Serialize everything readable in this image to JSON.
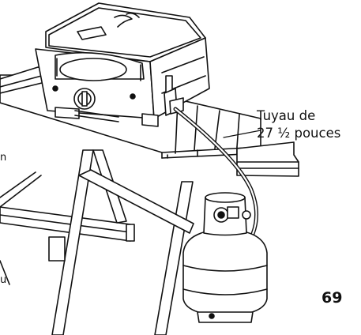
{
  "hose_label": {
    "line1": "Tuyau de",
    "line2": "27 ½ pouces"
  },
  "page_number": "69",
  "margin_fragments": {
    "upper": "n",
    "lower": "u"
  },
  "colors": {
    "ink": "#111111",
    "paper": "#ffffff"
  }
}
